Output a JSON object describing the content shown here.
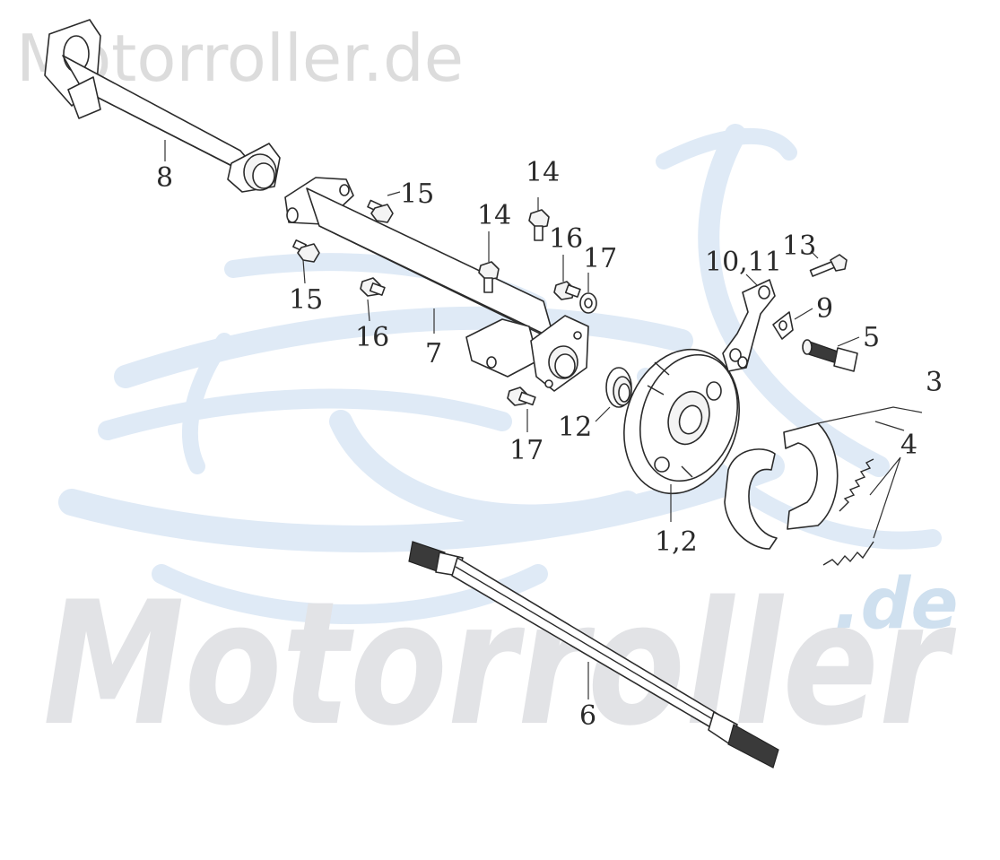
{
  "watermark": {
    "top_text": "Motorroller.de",
    "big_text": "Motorroller",
    "de_text": ".de"
  },
  "colors": {
    "watermark_gray": "#dcdcdc",
    "watermark_blue": "#cfe0ef",
    "line_art": "#2b2b2b"
  },
  "callouts": {
    "c8": "8",
    "c7": "7",
    "c6": "6",
    "c15a": "15",
    "c15b": "15",
    "c14a": "14",
    "c14b": "14",
    "c16a": "16",
    "c16b": "16",
    "c17a": "17",
    "c17b": "17",
    "c12": "12",
    "c1_2": "1,2",
    "c10_11": "10,11",
    "c13": "13",
    "c9": "9",
    "c5": "5",
    "c3": "3",
    "c4": "4"
  }
}
